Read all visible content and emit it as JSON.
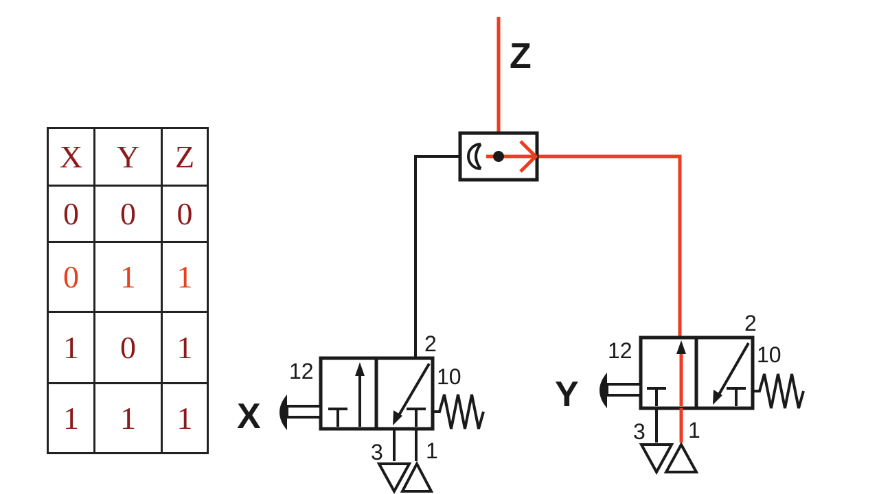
{
  "table": {
    "headers": [
      "X",
      "Y",
      "Z"
    ],
    "rows": [
      [
        "0",
        "0",
        "0"
      ],
      [
        "0",
        "1",
        "1"
      ],
      [
        "1",
        "0",
        "1"
      ],
      [
        "1",
        "1",
        "1"
      ]
    ],
    "highlighted_row": 1
  },
  "labels": {
    "output": "Z",
    "input_x": "X",
    "input_y": "Y"
  },
  "valve_x": {
    "port_12": "12",
    "port_10": "10",
    "port_2": "2",
    "port_3": "3",
    "port_1": "1"
  },
  "valve_y": {
    "port_12": "12",
    "port_10": "10",
    "port_2": "2",
    "port_3": "3",
    "port_1": "1"
  },
  "colors": {
    "active_line": "#ef3b1f",
    "inactive_line": "#1a1a1a",
    "table_text": "#8b1a1a",
    "table_highlight": "#e8401f"
  }
}
